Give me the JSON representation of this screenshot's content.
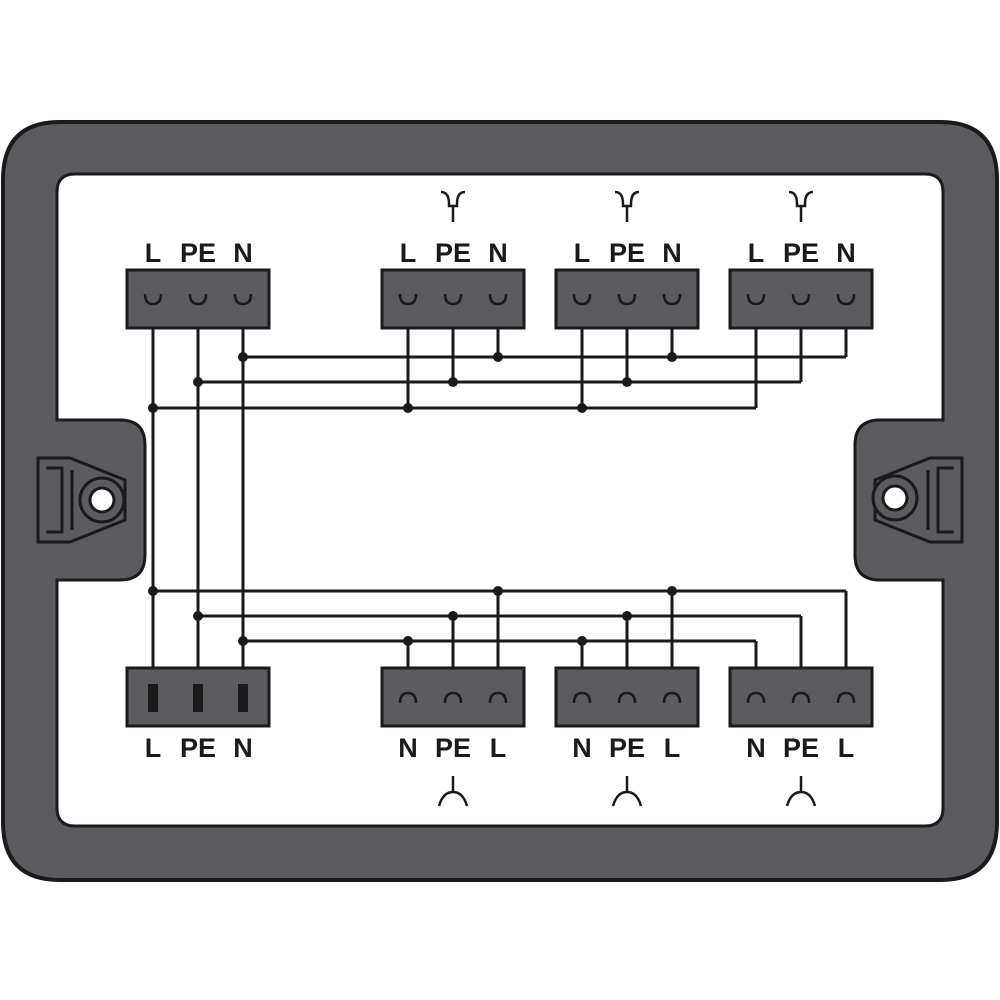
{
  "diagram": {
    "colors": {
      "frame": "#5c5c60",
      "frame_edge": "#1a1a1a",
      "inner": "#ffffff",
      "wire": "#1a1a1a",
      "connector": "#5c5c60"
    },
    "input_top": {
      "labels": [
        "L",
        "PE",
        "N"
      ]
    },
    "input_bottom": {
      "labels": [
        "L",
        "PE",
        "N"
      ]
    },
    "outputs_top": [
      {
        "labels": [
          "L",
          "PE",
          "N"
        ],
        "symbol": "socket-icon"
      },
      {
        "labels": [
          "L",
          "PE",
          "N"
        ],
        "symbol": "socket-icon"
      },
      {
        "labels": [
          "L",
          "PE",
          "N"
        ],
        "symbol": "socket-icon"
      }
    ],
    "outputs_bottom": [
      {
        "labels": [
          "N",
          "PE",
          "L"
        ],
        "symbol": "plug-icon"
      },
      {
        "labels": [
          "N",
          "PE",
          "L"
        ],
        "symbol": "plug-icon"
      },
      {
        "labels": [
          "N",
          "PE",
          "L"
        ],
        "symbol": "plug-icon"
      }
    ]
  }
}
